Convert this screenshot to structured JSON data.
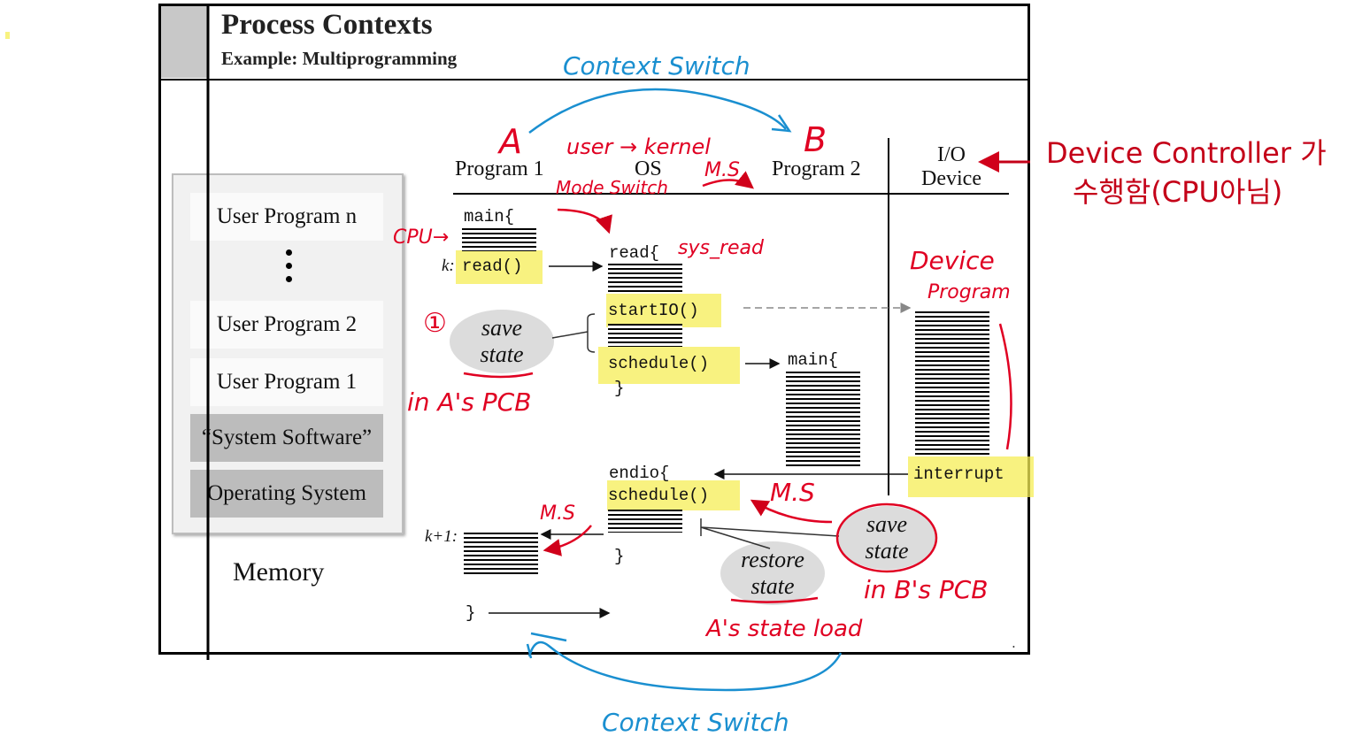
{
  "slide": {
    "title": "Process Contexts",
    "subtitle": "Example: Multiprogramming"
  },
  "memory": {
    "blocks": [
      "User Program n",
      "User Program 2",
      "User Program 1",
      "“System Software”",
      "Operating System"
    ],
    "label": "Memory"
  },
  "columns": {
    "program1": "Program 1",
    "os": "OS",
    "program2": "Program 2",
    "io_line1": "I/O",
    "io_line2": "Device"
  },
  "code": {
    "main1": "main{",
    "k": "k:",
    "read_call": "read()",
    "read_def": "read{",
    "startio": "startIO()",
    "schedule1": "schedule()",
    "close1": "}",
    "main2": "main{",
    "endio": "endio{",
    "schedule2": "schedule()",
    "close2": "}",
    "k1": "k+1:",
    "close3": "}",
    "interrupt": "interrupt"
  },
  "bubbles": {
    "save1_line1": "save",
    "save1_line2": "state",
    "save2_line1": "save",
    "save2_line2": "state",
    "restore_line1": "restore",
    "restore_line2": "state"
  },
  "annotations": {
    "context_switch_top": "Context Switch",
    "context_switch_bottom": "Context Switch",
    "label_a": "A",
    "label_b": "B",
    "user_kernel": "user → kernel",
    "mode_switch": "Mode Switch",
    "ms1": "M.S",
    "cpu": "CPU→",
    "sys_read": "sys_read",
    "device_line1": "Device",
    "device_line2": "Program",
    "circle_one": "①",
    "in_as_pcb": "in A's PCB",
    "ms2": "M.S",
    "ms3": "M.S",
    "in_bs_pcb": "in B's PCB",
    "as_state_load": "A's state load",
    "device_controller_line1": "Device Controller 가",
    "device_controller_line2": "수행함(CPU아님)"
  },
  "colors": {
    "highlight": "#f6ee55",
    "annotation_red": "#e00022",
    "annotation_blue": "#1a8fd0"
  }
}
